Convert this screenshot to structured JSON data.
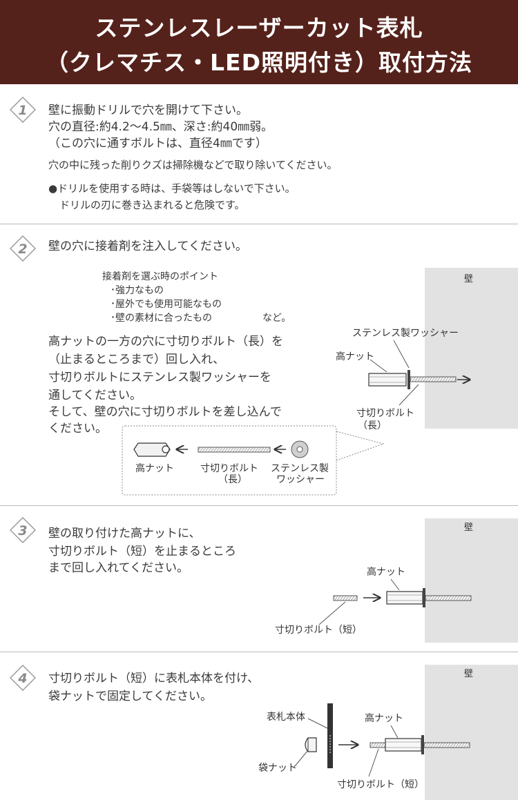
{
  "header": {
    "title_line1": "ステンレスレーザーカット表札",
    "title_line2": "（クレマチス・LED照明付き）取付方法"
  },
  "colors": {
    "header_bg": "#55221b",
    "wall": "#e2e2e2",
    "badge_text": "#8a8a8a"
  },
  "steps": [
    {
      "number": "1",
      "lines": [
        "壁に振動ドリルで穴を開けて下さい。",
        "穴の直径:約4.2～4.5㎜、深さ:約40㎜弱。",
        "（この穴に通すボルトは、直径4㎜です）"
      ],
      "note": "穴の中に残った削りクズは掃除機などで取り除いてください。",
      "warning_lines": [
        "●ドリルを使用する時は、手袋等はしないで下さい。",
        "ドリルの刃に巻き込まれると危険です。"
      ]
    },
    {
      "number": "2",
      "lead": "壁の穴に接着剤を注入してください。",
      "points_title": "接着剤を選ぶ時のポイント",
      "points": [
        "･強力なもの",
        "･屋外でも使用可能なもの",
        "･壁の素材に合ったもの"
      ],
      "points_suffix": "など。",
      "body_lines": [
        "高ナットの一方の穴に寸切りボルト（長）を",
        "（止まるところまで）回し入れ、",
        "寸切りボルトにステンレス製ワッシャーを",
        "通してください。",
        "そして、壁の穴に寸切りボルトを差し込んで",
        "ください。"
      ],
      "diagram": {
        "wall": "壁",
        "washer": "ステンレス製ワッシャー",
        "nut": "高ナット",
        "bolt_line1": "寸切りボルト",
        "bolt_line2": "（長）"
      },
      "parts": {
        "nut": "高ナット",
        "bolt_line1": "寸切りボルト",
        "bolt_line2": "（長）",
        "washer_line1": "ステンレス製",
        "washer_line2": "ワッシャー"
      }
    },
    {
      "number": "3",
      "lines": [
        "壁の取り付けた高ナットに、",
        "寸切りボルト（短）を止まるところ",
        "まで回し入れてください。"
      ],
      "diagram": {
        "wall": "壁",
        "nut": "高ナット",
        "bolt": "寸切りボルト（短）"
      }
    },
    {
      "number": "4",
      "lines": [
        "寸切りボルト（短）に表札本体を付け、",
        "袋ナットで固定してください。"
      ],
      "diagram": {
        "wall": "壁",
        "plate": "表札本体",
        "cap_nut": "袋ナット",
        "nut": "高ナット",
        "bolt": "寸切りボルト（短）"
      }
    }
  ]
}
